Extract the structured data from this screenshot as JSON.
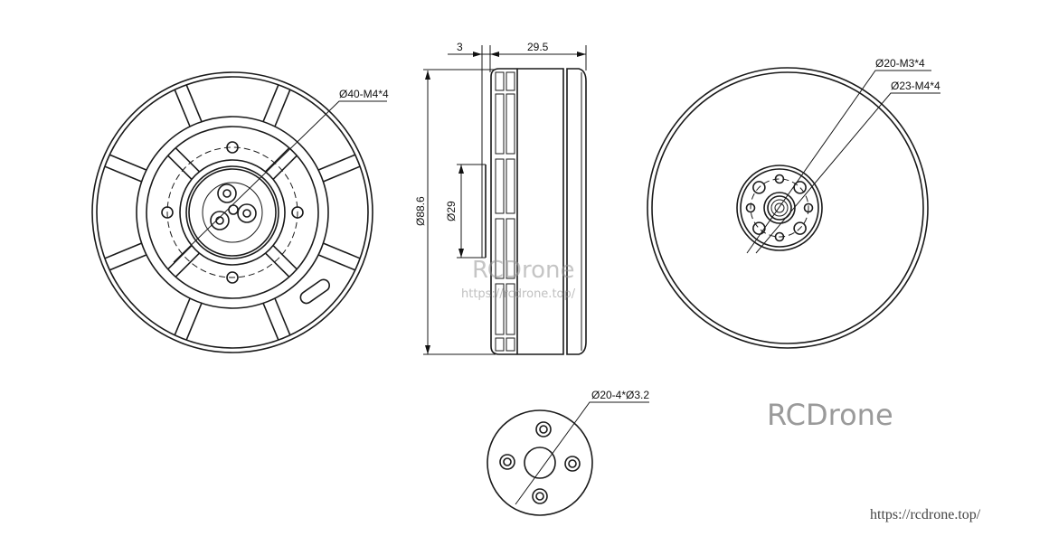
{
  "front_view": {
    "label_bolt": "Ø40-M4*4"
  },
  "side_view": {
    "dim_flange": "3",
    "dim_length": "29.5",
    "dim_diameter": "Ø88.6",
    "dim_shaft": "Ø29"
  },
  "rear_view": {
    "label_inner": "Ø20-M3*4",
    "label_outer": "Ø23-M4*4"
  },
  "adapter_view": {
    "label_holes": "Ø20-4*Ø3.2"
  },
  "watermark": {
    "brand": "RCDrone",
    "url": "https://rcdrone.top/"
  },
  "brand": "RCDrone",
  "url": "https://rcdrone.top/"
}
